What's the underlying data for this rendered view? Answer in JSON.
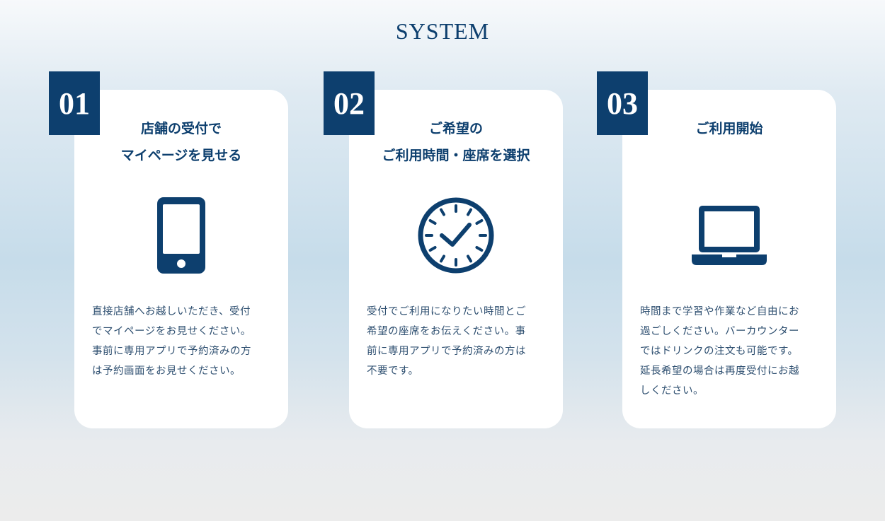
{
  "page_title": "SYSTEM",
  "steps": [
    {
      "number": "01",
      "title": "店舗の受付で\nマイページを見せる",
      "icon": "smartphone-icon",
      "body": "直接店舗へお越しいただき、受付\nでマイページをお見せください。\n事前に専用アプリで予約済みの方\nは予約画面をお見せください。"
    },
    {
      "number": "02",
      "title": "ご希望の\nご利用時間・座席を選択",
      "icon": "clock-icon",
      "body": "受付でご利用になりたい時間とご\n希望の座席をお伝えください。事\n前に専用アプリで予約済みの方は\n不要です。"
    },
    {
      "number": "03",
      "title": "ご利用開始",
      "icon": "laptop-icon",
      "body": "時間まで学習や作業など自由にお\n過ごしください。バーカウンター\nではドリンクの注文も可能です。\n延長希望の場合は再度受付にお越\nしください。"
    }
  ],
  "colors": {
    "accent": "#0d3f6e",
    "card": "#ffffff"
  }
}
